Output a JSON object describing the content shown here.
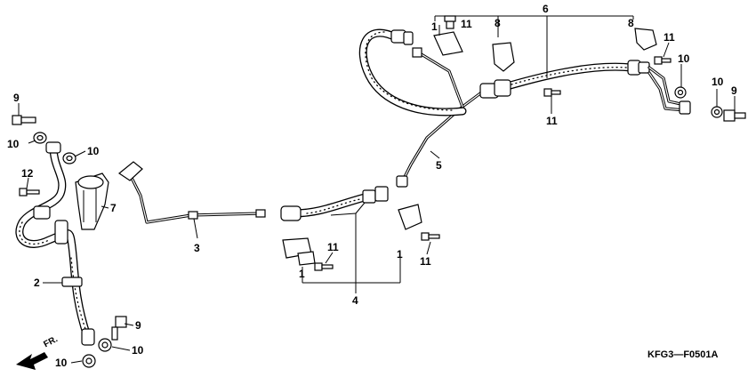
{
  "diagram": {
    "code": "KFG3—F0501A",
    "direction_label": "FR.",
    "callouts": {
      "c1_top": "1",
      "c1_low_left": "1",
      "c1_low_right": "1",
      "c2": "2",
      "c3": "3",
      "c4": "4",
      "c5": "5",
      "c6": "6",
      "c7": "7",
      "c8_left": "8",
      "c8_right": "8",
      "c9_left": "9",
      "c9_right": "9",
      "c9_bottom": "9",
      "c10_left_a": "10",
      "c10_left_b": "10",
      "c10_bottom_a": "10",
      "c10_bottom_b": "10",
      "c10_right_a": "10",
      "c10_right_b": "10",
      "c11_top": "11",
      "c11_right_top": "11",
      "c11_mid": "11",
      "c11_low_a": "11",
      "c11_low_b": "11",
      "c12": "12"
    }
  }
}
